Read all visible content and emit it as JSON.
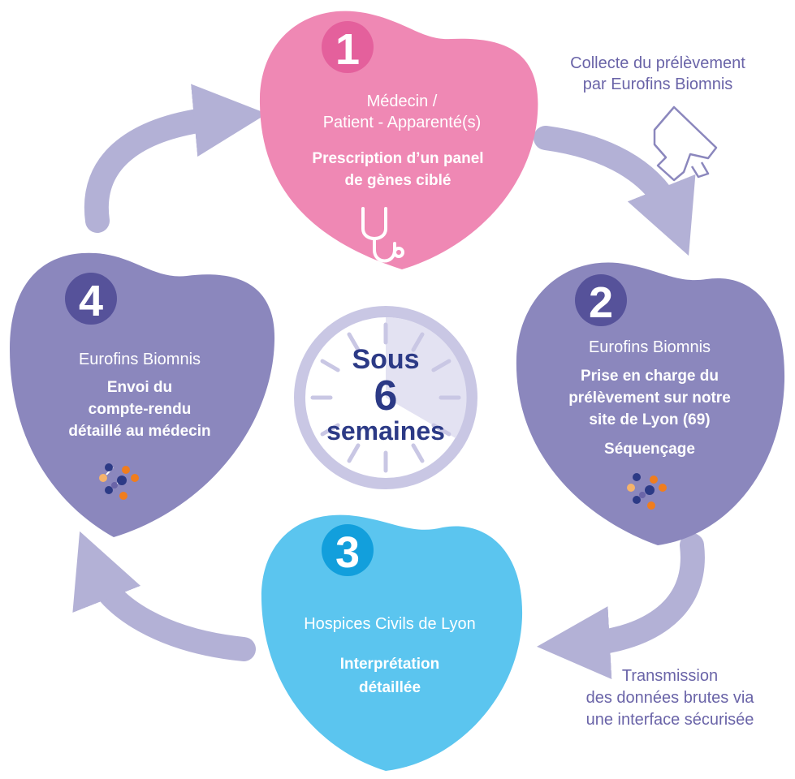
{
  "colors": {
    "pink": "#ef88b4",
    "pink_dark": "#e4609c",
    "purple": "#8b87bd",
    "purple_dark": "#56529a",
    "blue": "#5bc5ef",
    "blue_dark": "#129fdc",
    "arrow": "#b3b1d6",
    "caption": "#6a64a8",
    "clock_text": "#2c3a86",
    "orange": "#f07d1e",
    "navy": "#2c3a86"
  },
  "steps": [
    {
      "number": "1",
      "actor_line1": "Médecin /",
      "actor_line2": "Patient - Apparenté(s)",
      "action_line1": "Prescription d’un panel",
      "action_line2": "de gènes ciblé",
      "icon": "stethoscope-icon"
    },
    {
      "number": "2",
      "actor": "Eurofins Biomnis",
      "action_line1": "Prise en charge du",
      "action_line2": "prélèvement sur notre",
      "action_line3": "site de Lyon (69)",
      "action_extra": "Séquençage",
      "icon": "dna-dots-icon"
    },
    {
      "number": "3",
      "actor": "Hospices Civils de Lyon",
      "action_line1": "Interprétation",
      "action_line2": "détaillée"
    },
    {
      "number": "4",
      "actor": "Eurofins Biomnis",
      "action_line1": "Envoi du",
      "action_line2": "compte-rendu",
      "action_line3": "détaillé au médecin",
      "icon": "dna-dots-icon"
    }
  ],
  "clock": {
    "line1": "Sous",
    "line2": "6",
    "line3": "semaines"
  },
  "captions": {
    "collect_line1": "Collecte du prélèvement",
    "collect_line2": "par Eurofins Biomnis",
    "collect_icon": "sample-tube-icon",
    "transmit_line1": "Transmission",
    "transmit_line2": "des données brutes via",
    "transmit_line3": "une interface sécurisée"
  }
}
